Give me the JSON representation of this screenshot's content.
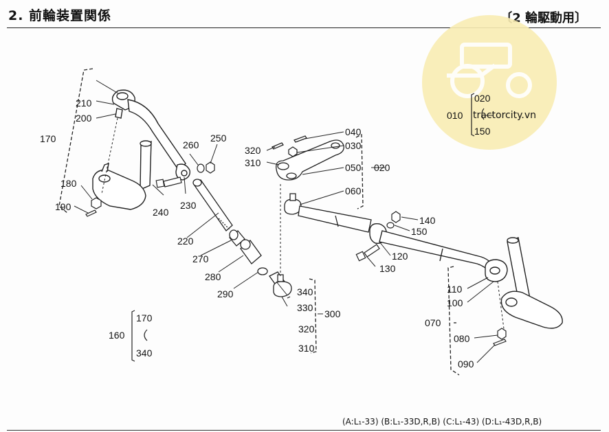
{
  "header": {
    "title": "2. 前輪装置関係",
    "subtitle": "〔2 輪駆動用〕"
  },
  "footer": {
    "note": "(A:L₁-33)  (B:L₁-33D,R,B)  (C:L₁-43)  (D:L₁-43D,R,B)"
  },
  "labels": {
    "p010": "010",
    "p020": "020",
    "p030": "030",
    "p040": "040",
    "p050": "050",
    "p060": "060",
    "p070": "070",
    "p080": "080",
    "p090": "090",
    "p100": "100",
    "p110": "110",
    "p120": "120",
    "p130": "130",
    "p140": "140",
    "p150": "150",
    "p160": "160",
    "p170": "170",
    "p180": "180",
    "p190": "190",
    "p200": "200",
    "p210": "210",
    "p220": "220",
    "p230": "230",
    "p240": "240",
    "p250": "250",
    "p260": "260",
    "p270": "270",
    "p280": "280",
    "p290": "290",
    "p300": "300",
    "p310": "310",
    "p320": "320",
    "p330": "330",
    "p340": "340"
  },
  "watermark": {
    "text": "tractorcity.vn",
    "color": "#f3e39b"
  }
}
